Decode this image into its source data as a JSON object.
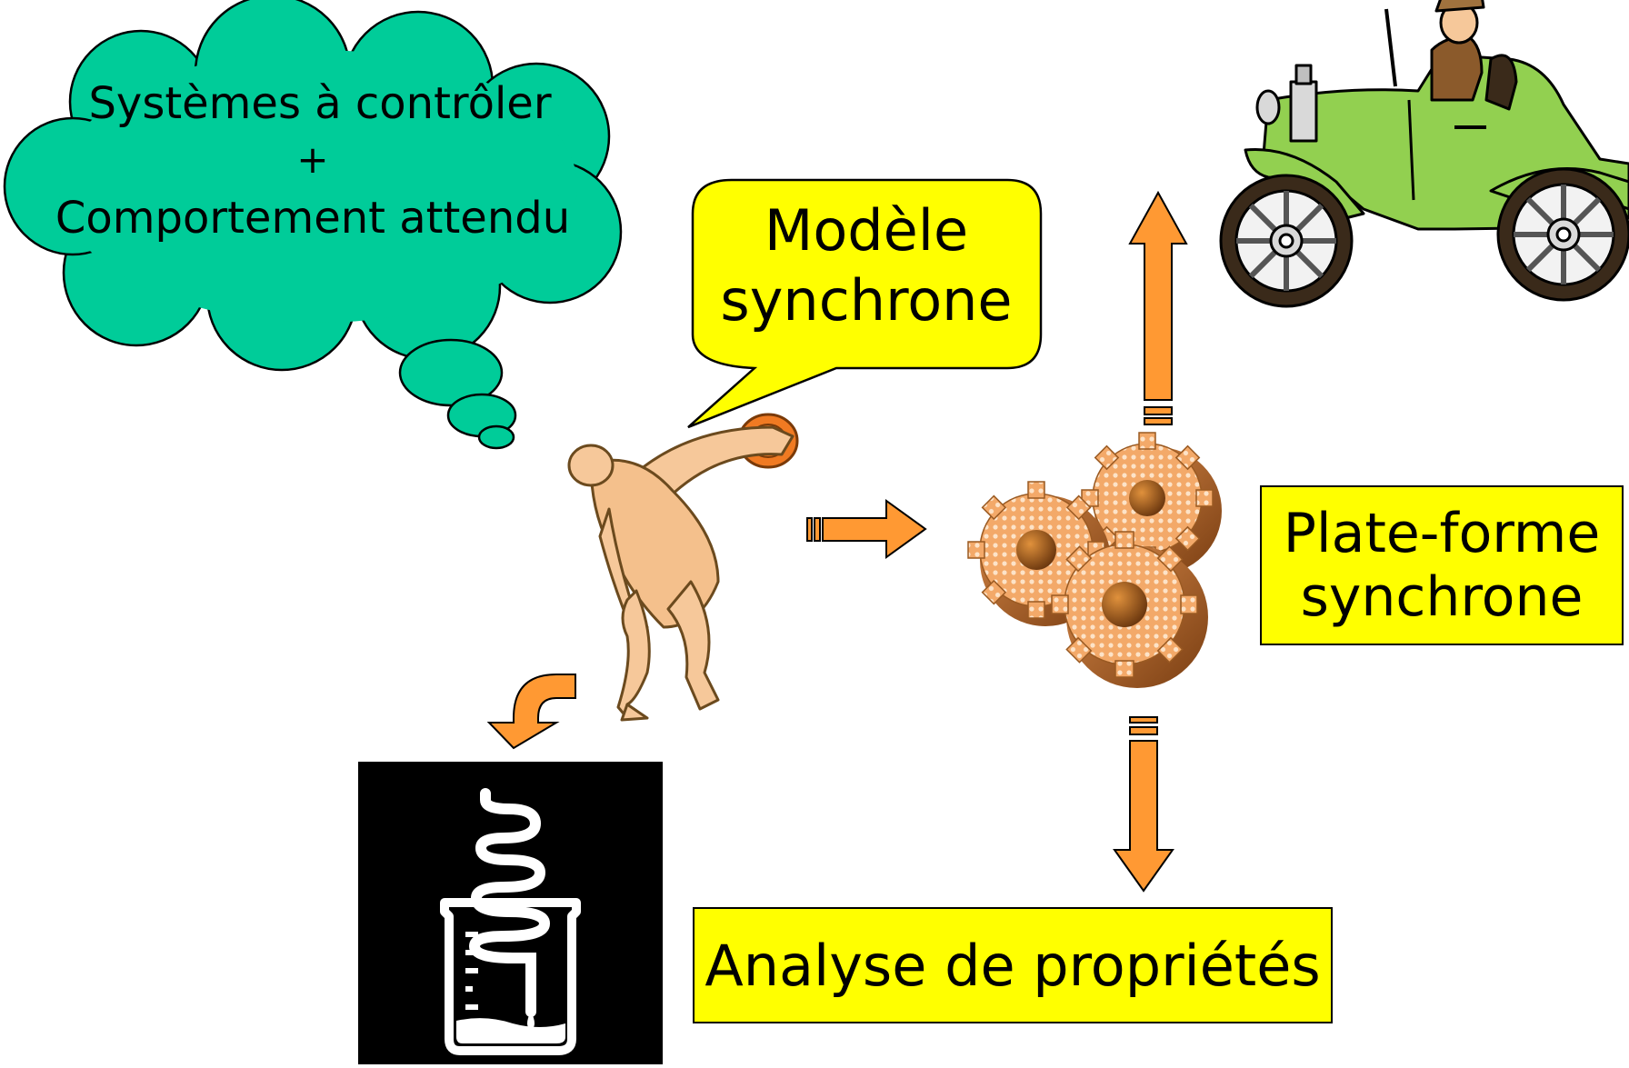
{
  "thought_cloud": {
    "line1": "Systèmes à contrôler",
    "line2": "+",
    "line3": "Comportement attendu",
    "color": "#00cc99"
  },
  "speech_bubble": {
    "line1": "Modèle",
    "line2": "synchrone",
    "color": "#ffff00"
  },
  "platform_box": {
    "line1": "Plate-forme",
    "line2": "synchrone",
    "color": "#ffff00"
  },
  "analysis_box": {
    "text": "Analyse de propriétés",
    "color": "#ffff00"
  },
  "arrow_color": "#ff9933",
  "icons": {
    "discus_thrower": "discus-thrower-figure",
    "gears": "gears-icon",
    "car": "vintage-car-with-driver",
    "beaker": "beaker-with-spiral-icon"
  }
}
